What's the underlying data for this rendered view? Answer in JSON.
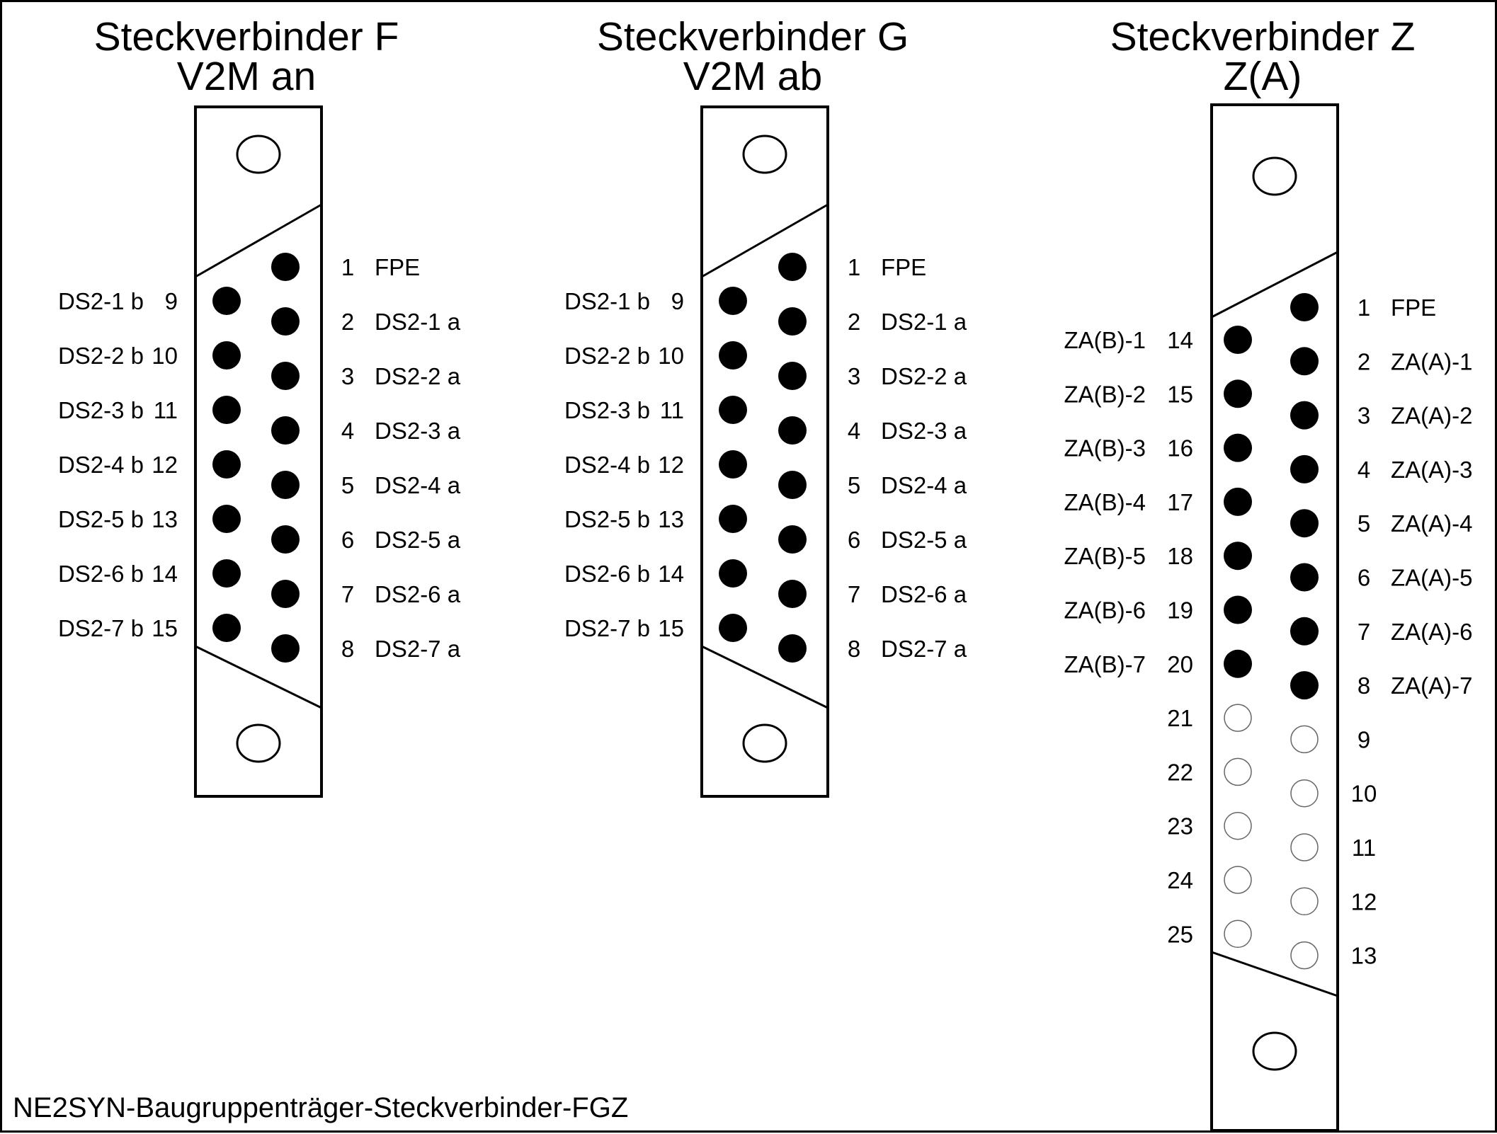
{
  "colors": {
    "ink": "#000000",
    "background": "#ffffff"
  },
  "connectors": [
    {
      "title1": "Steckverbinder F",
      "title2": "V2M an",
      "right_pins": [
        {
          "num": "1",
          "label": "FPE",
          "filled": true
        },
        {
          "num": "2",
          "label": "DS2-1 a",
          "filled": true
        },
        {
          "num": "3",
          "label": "DS2-2 a",
          "filled": true
        },
        {
          "num": "4",
          "label": "DS2-3 a",
          "filled": true
        },
        {
          "num": "5",
          "label": "DS2-4 a",
          "filled": true
        },
        {
          "num": "6",
          "label": "DS2-5 a",
          "filled": true
        },
        {
          "num": "7",
          "label": "DS2-6 a",
          "filled": true
        },
        {
          "num": "8",
          "label": "DS2-7 a",
          "filled": true
        }
      ],
      "left_pins": [
        {
          "num": "9",
          "label": "DS2-1 b",
          "filled": true
        },
        {
          "num": "10",
          "label": "DS2-2 b",
          "filled": true
        },
        {
          "num": "11",
          "label": "DS2-3 b",
          "filled": true
        },
        {
          "num": "12",
          "label": "DS2-4 b",
          "filled": true
        },
        {
          "num": "13",
          "label": "DS2-5 b",
          "filled": true
        },
        {
          "num": "14",
          "label": "DS2-6 b",
          "filled": true
        },
        {
          "num": "15",
          "label": "DS2-7 b",
          "filled": true
        }
      ]
    },
    {
      "title1": "Steckverbinder G",
      "title2": "V2M ab",
      "right_pins": [
        {
          "num": "1",
          "label": "FPE",
          "filled": true
        },
        {
          "num": "2",
          "label": "DS2-1 a",
          "filled": true
        },
        {
          "num": "3",
          "label": "DS2-2 a",
          "filled": true
        },
        {
          "num": "4",
          "label": "DS2-3 a",
          "filled": true
        },
        {
          "num": "5",
          "label": "DS2-4 a",
          "filled": true
        },
        {
          "num": "6",
          "label": "DS2-5 a",
          "filled": true
        },
        {
          "num": "7",
          "label": "DS2-6 a",
          "filled": true
        },
        {
          "num": "8",
          "label": "DS2-7 a",
          "filled": true
        }
      ],
      "left_pins": [
        {
          "num": "9",
          "label": "DS2-1 b",
          "filled": true
        },
        {
          "num": "10",
          "label": "DS2-2 b",
          "filled": true
        },
        {
          "num": "11",
          "label": "DS2-3 b",
          "filled": true
        },
        {
          "num": "12",
          "label": "DS2-4 b",
          "filled": true
        },
        {
          "num": "13",
          "label": "DS2-5 b",
          "filled": true
        },
        {
          "num": "14",
          "label": "DS2-6 b",
          "filled": true
        },
        {
          "num": "15",
          "label": "DS2-7 b",
          "filled": true
        }
      ]
    },
    {
      "title1": "Steckverbinder Z",
      "title2": "Z(A)",
      "right_pins": [
        {
          "num": "1",
          "label": "FPE",
          "filled": true
        },
        {
          "num": "2",
          "label": "ZA(A)-1",
          "filled": true
        },
        {
          "num": "3",
          "label": "ZA(A)-2",
          "filled": true
        },
        {
          "num": "4",
          "label": "ZA(A)-3",
          "filled": true
        },
        {
          "num": "5",
          "label": "ZA(A)-4",
          "filled": true
        },
        {
          "num": "6",
          "label": "ZA(A)-5",
          "filled": true
        },
        {
          "num": "7",
          "label": "ZA(A)-6",
          "filled": true
        },
        {
          "num": "8",
          "label": "ZA(A)-7",
          "filled": true
        },
        {
          "num": "9",
          "label": "",
          "filled": false
        },
        {
          "num": "10",
          "label": "",
          "filled": false
        },
        {
          "num": "11",
          "label": "",
          "filled": false
        },
        {
          "num": "12",
          "label": "",
          "filled": false
        },
        {
          "num": "13",
          "label": "",
          "filled": false
        }
      ],
      "left_pins": [
        {
          "num": "14",
          "label": "ZA(B)-1",
          "filled": true
        },
        {
          "num": "15",
          "label": "ZA(B)-2",
          "filled": true
        },
        {
          "num": "16",
          "label": "ZA(B)-3",
          "filled": true
        },
        {
          "num": "17",
          "label": "ZA(B)-4",
          "filled": true
        },
        {
          "num": "18",
          "label": "ZA(B)-5",
          "filled": true
        },
        {
          "num": "19",
          "label": "ZA(B)-6",
          "filled": true
        },
        {
          "num": "20",
          "label": "ZA(B)-7",
          "filled": true
        },
        {
          "num": "21",
          "label": "",
          "filled": false
        },
        {
          "num": "22",
          "label": "",
          "filled": false
        },
        {
          "num": "23",
          "label": "",
          "filled": false
        },
        {
          "num": "24",
          "label": "",
          "filled": false
        },
        {
          "num": "25",
          "label": "",
          "filled": false
        }
      ]
    }
  ],
  "footer": "NE2SYN-Baugruppenträger-Steckverbinder-FGZ"
}
